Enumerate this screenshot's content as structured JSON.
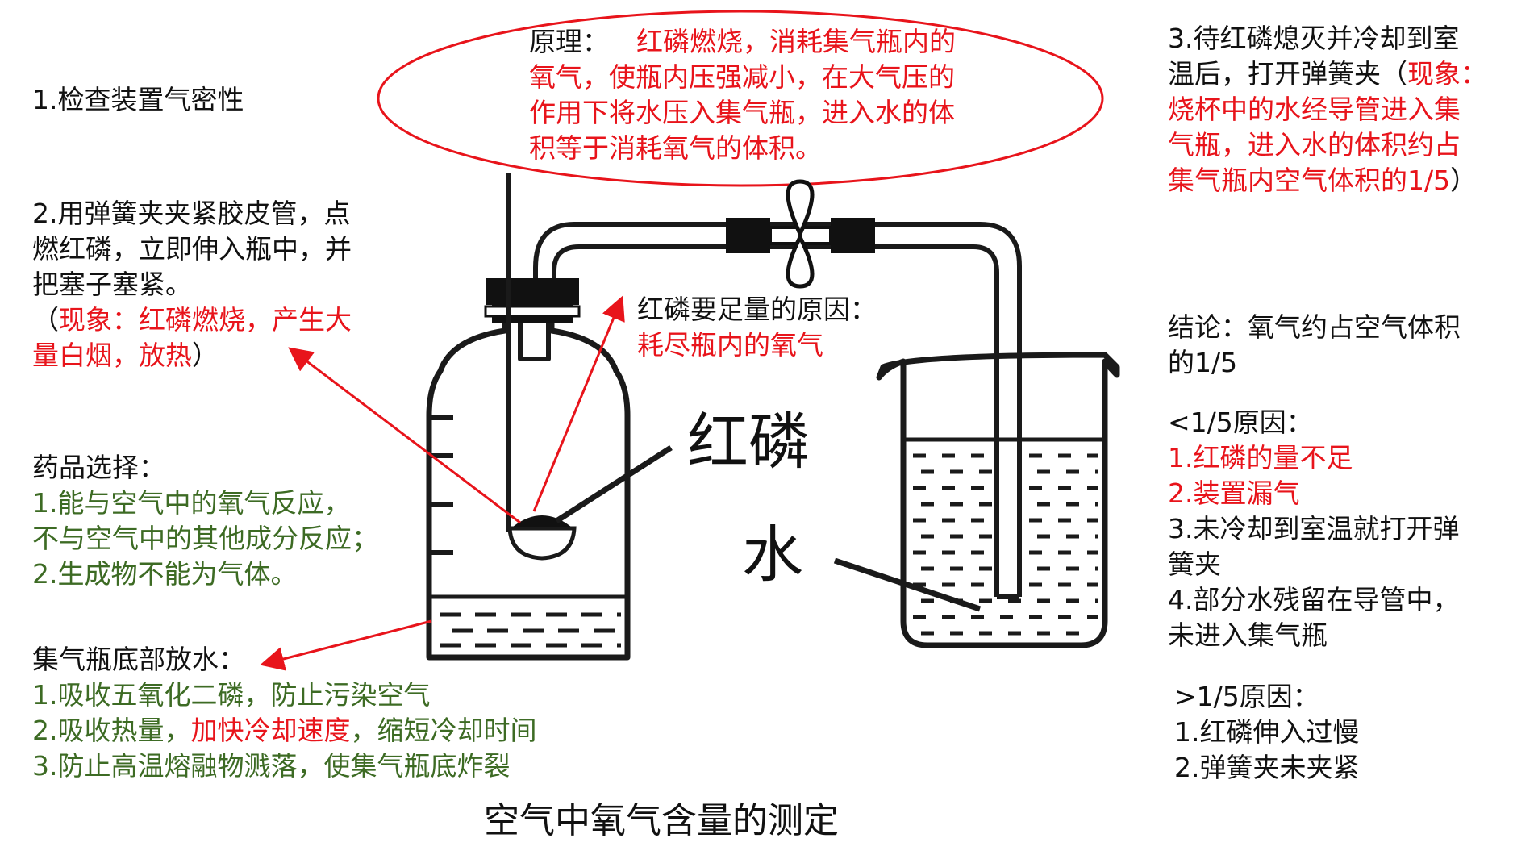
{
  "title": "空气中氧气含量的测定",
  "labels": {
    "red_phosphorus": "红磷",
    "water": "水"
  },
  "principle": {
    "heading": "原理：",
    "lines": [
      "红磷燃烧，消耗集气瓶内的",
      "氧气，使瓶内压强减小，在大气压的",
      "作用下将水压入集气瓶，进入水的体",
      "积等于消耗氧气的体积。"
    ]
  },
  "step1": "1.检查装置气密性",
  "step2": {
    "lines": [
      "2.用弹簧夹夹紧胶皮管，点",
      "燃红磷，立即伸入瓶中，并",
      "把塞子塞紧。"
    ],
    "phenomenon_open": "（",
    "phenomenon_l1": "现象：红磷燃烧，产生大",
    "phenomenon_l2": "量白烟，放热",
    "phenomenon_close": "）"
  },
  "drug_selection": {
    "heading": "药品选择：",
    "lines": [
      "1.能与空气中的氧气反应，",
      "不与空气中的其他成分反应；",
      "2.生成物不能为气体。"
    ]
  },
  "bottom_water": {
    "heading": "集气瓶底部放水：",
    "item1": "1.吸收五氧化二磷，防止污染空气",
    "item2_a": "2.吸收热量，",
    "item2_b": "加快冷却速度",
    "item2_c": "，缩短冷却时间",
    "item3": "3.防止高温熔融物溅落，使集气瓶底炸裂"
  },
  "sufficient": {
    "heading": "红磷要足量的原因：",
    "reason": "耗尽瓶内的氧气"
  },
  "step3": {
    "line1": "3.待红磷熄灭并冷却到室",
    "line2_a": "温后，打开弹簧夹（",
    "line2_b": "现象：",
    "red_lines": [
      "烧杯中的水经导管进入集",
      "气瓶，进入水的体积约占"
    ],
    "line5_a": "集气瓶内空气体积的1/5",
    "line5_b": "）"
  },
  "conclusion": {
    "lines": [
      "结论：氧气约占空气体积",
      "的1/5"
    ]
  },
  "less_reasons": {
    "heading": "<1/5原因：",
    "red_items": [
      "1.红磷的量不足",
      "2.装置漏气"
    ],
    "items": [
      "3.未冷却到室温就打开弹",
      "簧夹",
      "4.部分水残留在导管中，",
      "未进入集气瓶"
    ]
  },
  "more_reasons": {
    "heading": ">1/5原因：",
    "items": [
      "1.红磷伸入过慢",
      "2.弹簧夹未夹紧"
    ]
  },
  "colors": {
    "red": "#e8141b",
    "green": "#3d6b24",
    "dark": "#111111"
  }
}
